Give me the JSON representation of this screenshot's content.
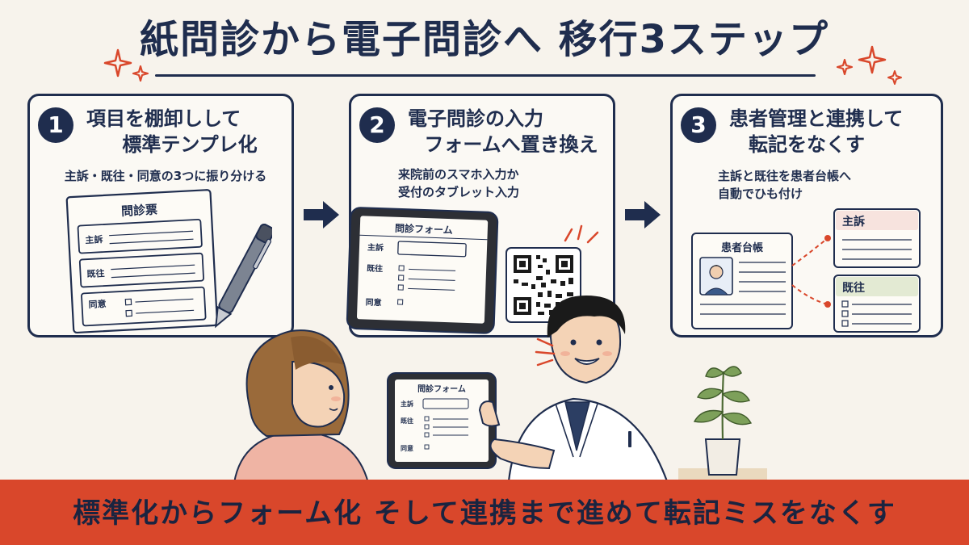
{
  "title": "紙問診から電子問診へ 移行3ステップ",
  "steps": [
    {
      "number": "1",
      "heading_line1": "項目を棚卸しして",
      "heading_line2": "標準テンプレ化",
      "subtitle_line1": "主訴・既往・同意の3つに振り分ける",
      "paper_form": {
        "title": "問診票",
        "fields": [
          "主訴",
          "既往",
          "同意"
        ]
      }
    },
    {
      "number": "2",
      "heading_line1": "電子問診の入力",
      "heading_line2": "フォームへ置き換え",
      "subtitle_line1": "来院前のスマホ入力か",
      "subtitle_line2": "受付のタブレット入力",
      "tablet_form": {
        "title": "問診フォーム",
        "fields": [
          "主訴",
          "既往",
          "同意"
        ]
      }
    },
    {
      "number": "3",
      "heading_line1": "患者管理と連携して",
      "heading_line2": "転記をなくす",
      "subtitle_line1": "主訴と既往を患者台帳へ",
      "subtitle_line2": "自動でひも付け",
      "ledger_title": "患者台帳",
      "linked_cards": [
        "主訴",
        "既往"
      ]
    }
  ],
  "scene_tablet": {
    "title": "問診フォーム",
    "fields": [
      "主訴",
      "既往",
      "同意"
    ]
  },
  "tagline": "標準化からフォーム化 そして連携まで進めて転記ミスをなくす",
  "colors": {
    "navy": "#1f2d4e",
    "accent_red": "#d9472b",
    "background": "#f7f3ec",
    "card_pink": "#f7e3de",
    "card_green": "#e3ead3"
  }
}
